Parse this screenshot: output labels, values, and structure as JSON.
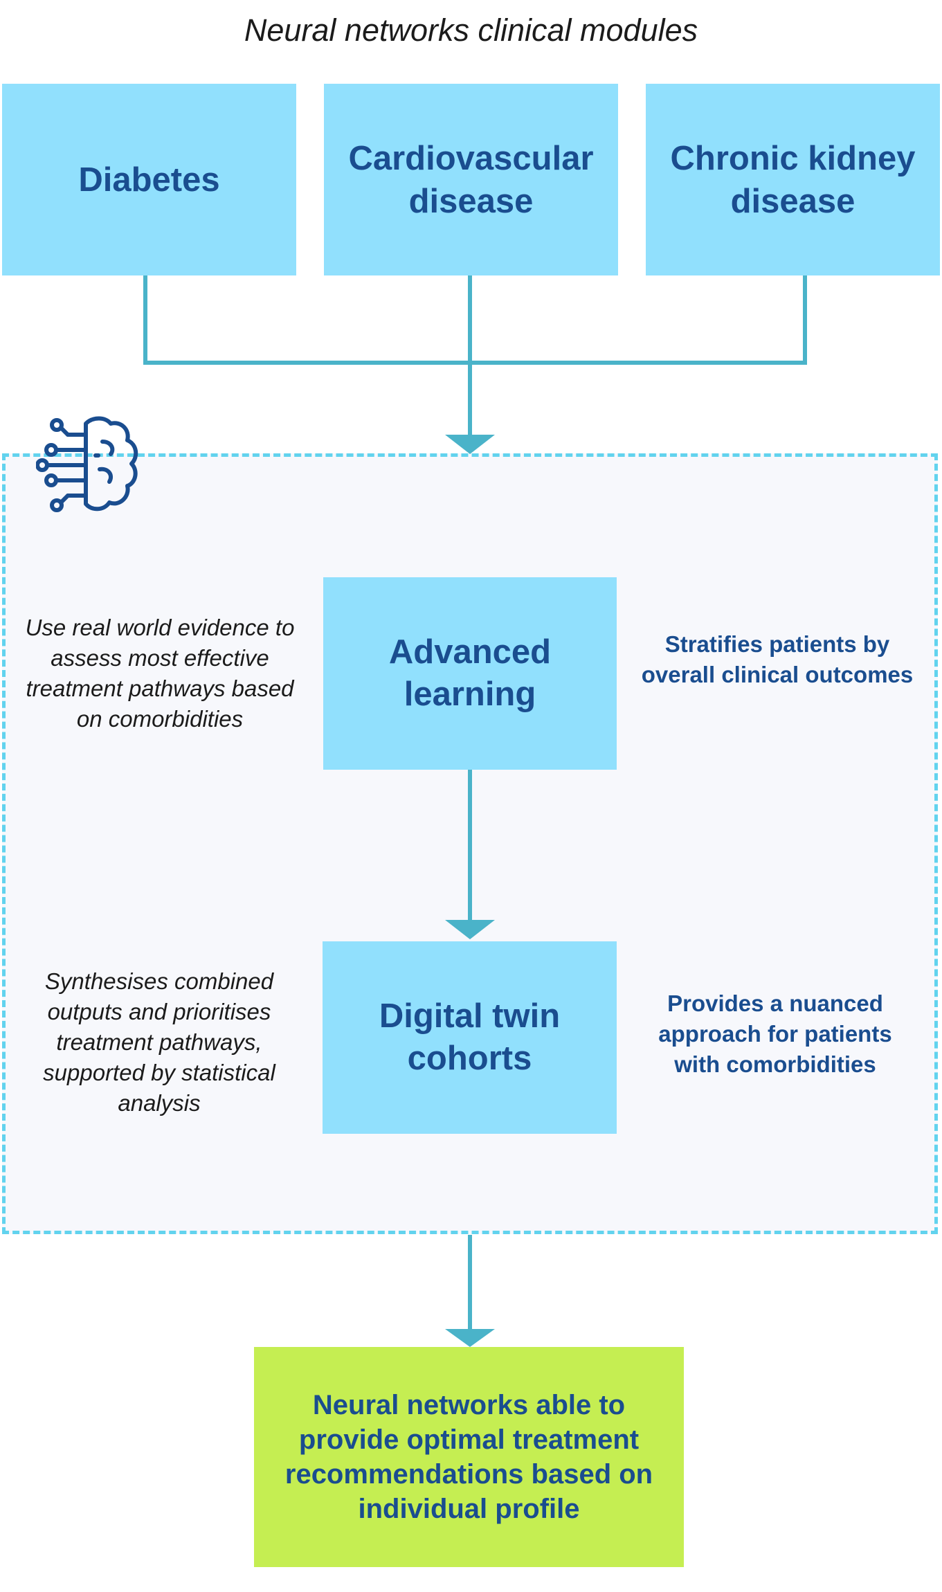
{
  "title": "Neural networks clinical modules",
  "modules": [
    {
      "label": "Diabetes"
    },
    {
      "label": "Cardiovascular disease"
    },
    {
      "label": "Chronic kidney disease"
    }
  ],
  "steps": [
    {
      "label": "Advanced learning",
      "left_note": "Use real world evidence to assess most effective treatment pathways based on comorbidities",
      "right_note": "Stratifies patients by overall clinical outcomes"
    },
    {
      "label": "Digital twin cohorts",
      "left_note": "Synthesises combined outputs and prioritises treatment pathways, supported by statistical analysis",
      "right_note": "Provides a nuanced approach for patients with comorbidities"
    }
  ],
  "result": "Neural networks able to provide optimal treatment recommendations based on individual profile",
  "icons": {
    "container_icon": "brain-circuit-icon"
  },
  "colors": {
    "box_fill": "#91e0fd",
    "text_blue": "#1a4d8f",
    "connector": "#4ab3c9",
    "dashed_border": "#62d3ee",
    "result_fill": "#c5ee52"
  }
}
